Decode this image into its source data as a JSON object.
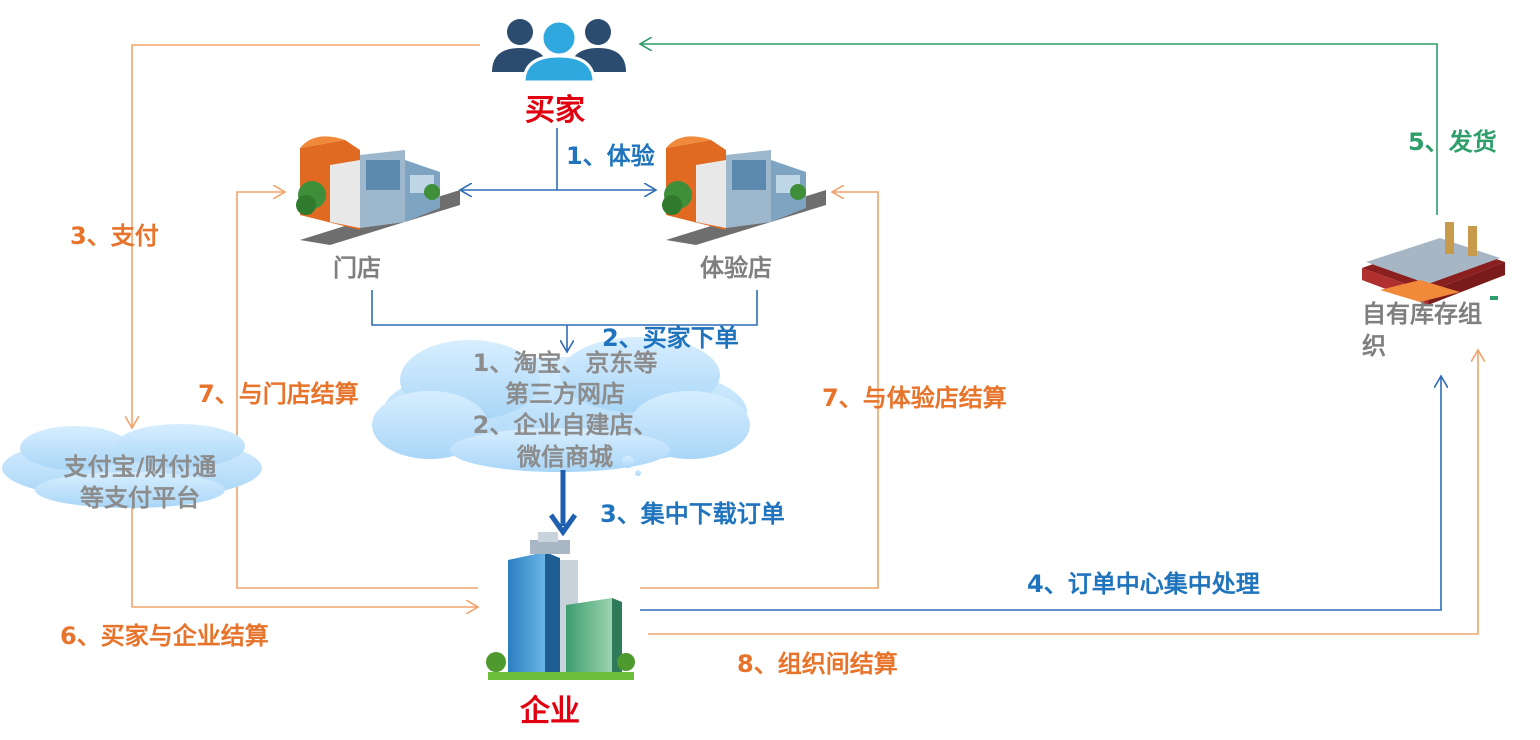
{
  "nodes": {
    "buyer": "买家",
    "store": "门店",
    "experience_store": "体验店",
    "enterprise": "企业",
    "warehouse_line1": "自有库存组",
    "warehouse_line2": "织"
  },
  "cloud_shop": {
    "line1": "1、淘宝、京东等",
    "line2": "第三方网店",
    "line3": "2、企业自建店、",
    "line4": "微信商城"
  },
  "cloud_pay": {
    "line1": "支付宝/财付通",
    "line2": "等支付平台"
  },
  "steps": {
    "s1": "1、体验",
    "s2": "2、买家下单",
    "s3_pay": "3、支付",
    "s3_download": "3、集中下载订单",
    "s4": "4、订单中心集中处理",
    "s5": "5、发货",
    "s6": "6、买家与企业结算",
    "s7_store": "7、与门店结算",
    "s7_exp": "7、与体验店结算",
    "s8": "8、组织间结算"
  },
  "colors": {
    "orange": "#E8732A",
    "blue": "#1F74BD",
    "green": "#2E9E6A",
    "red": "#E00010",
    "gray": "#7F7F7F"
  }
}
